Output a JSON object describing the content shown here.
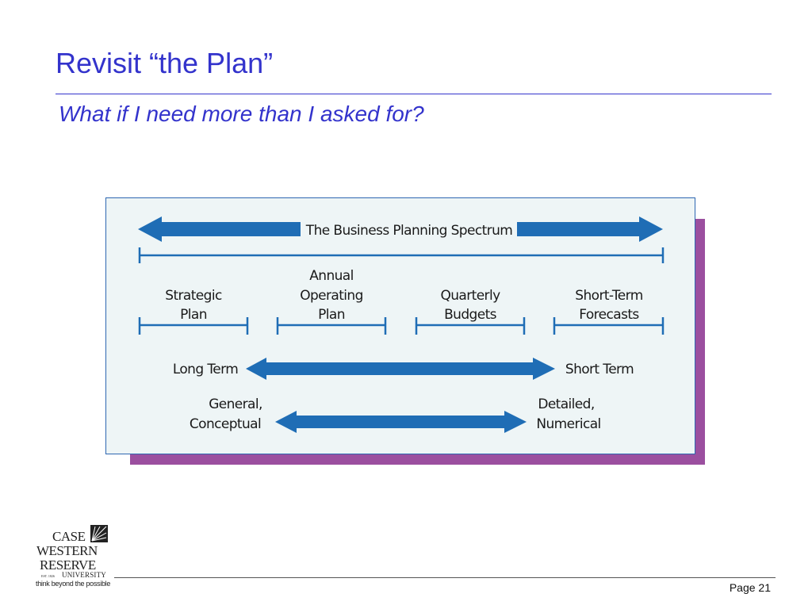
{
  "slide": {
    "title": "Revisit “the Plan”",
    "subtitle": "What if I need more than I asked for?"
  },
  "diagram": {
    "title": "The Business Planning Spectrum",
    "segments": [
      {
        "lines": [
          "Strategic",
          "Plan"
        ]
      },
      {
        "lines": [
          "Annual",
          "Operating",
          "Plan"
        ]
      },
      {
        "lines": [
          "Quarterly",
          "Budgets"
        ]
      },
      {
        "lines": [
          "Short-Term",
          "Forecasts"
        ]
      }
    ],
    "horizon": {
      "left": "Long Term",
      "right": "Short Term"
    },
    "detail": {
      "left": [
        "General,",
        "Conceptual"
      ],
      "right": [
        "Detailed,",
        "Numerical"
      ]
    },
    "colors": {
      "arrow": "#1f6db5",
      "panel_bg": "#eef5f6",
      "panel_border": "#2e67b1",
      "shadow": "#9b4f9f",
      "title_text": "#3333cc"
    }
  },
  "logo": {
    "text_words": [
      "CASE",
      "WESTERN",
      "RESERVE",
      "EST. 1826",
      "UNIVERSITY"
    ],
    "tagline": "think beyond the possible"
  },
  "footer": {
    "page": "Page 21"
  }
}
